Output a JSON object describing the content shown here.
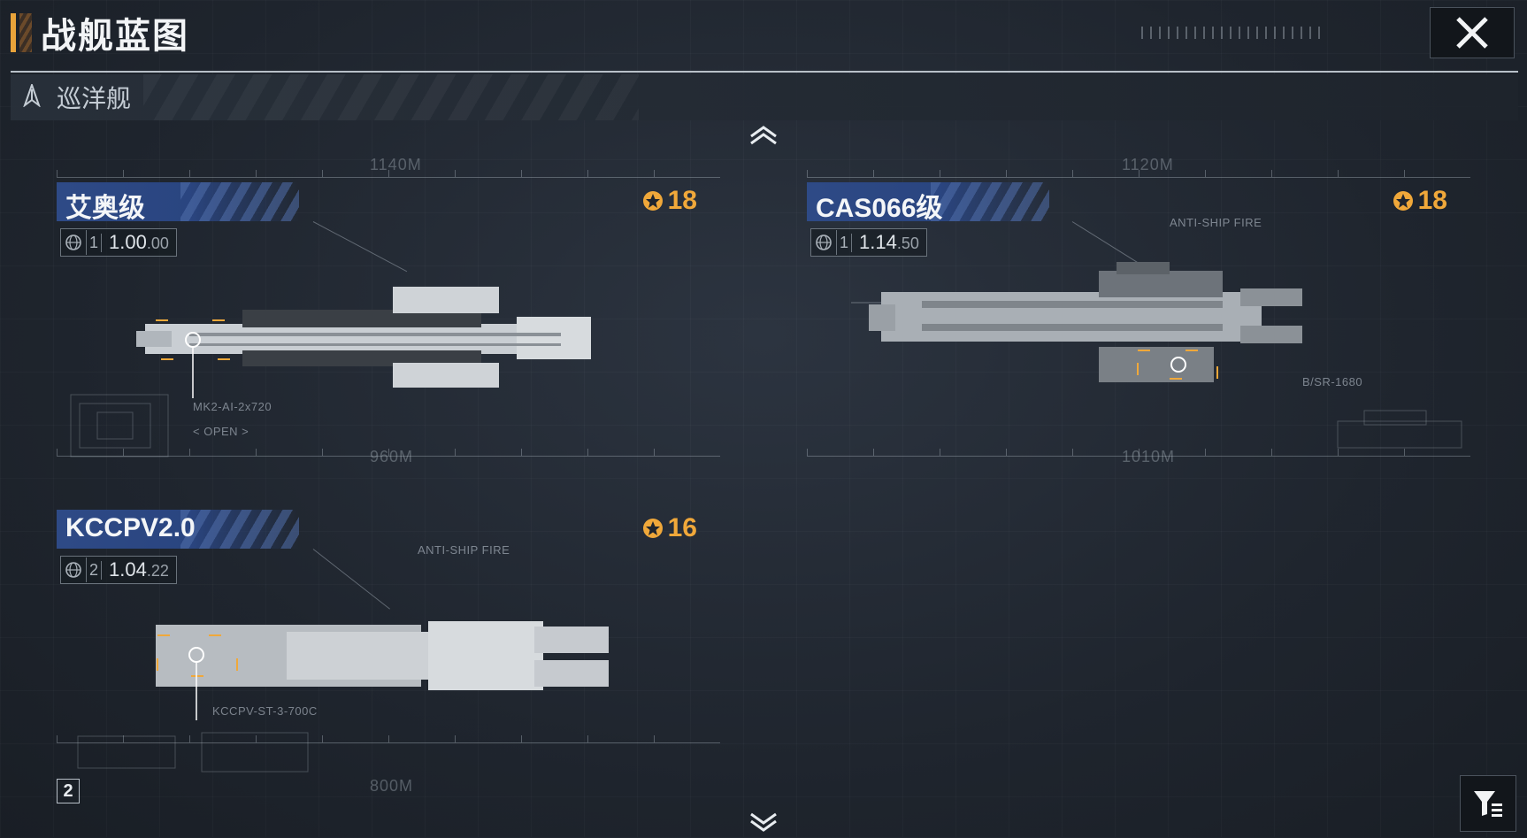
{
  "header": {
    "title": "战舰蓝图",
    "close_icon": "close-icon"
  },
  "category": {
    "icon": "cruiser-icon",
    "label": "巡洋舰"
  },
  "colors": {
    "accent": "#e8a33a",
    "cost": "#f0a83a",
    "banner": "#2e4a86",
    "background": "#1f252e"
  },
  "ships": [
    {
      "name": "艾奥级",
      "tier": "1",
      "version_main": "1.00",
      "version_sub": ".00",
      "cost": "18",
      "distance_top": "1140M",
      "distance_bottom": "960M",
      "weapon": "MK2-AI-2x720",
      "open_label": "< OPEN >"
    },
    {
      "name": "CAS066级",
      "tier": "1",
      "version_main": "1.14",
      "version_sub": ".50",
      "cost": "18",
      "distance_top": "1120M",
      "distance_bottom": "1010M",
      "weapon": "B/SR-1680",
      "anti_label": "ANTI-SHIP FIRE"
    },
    {
      "name": "KCCPV2.0",
      "tier": "2",
      "version_main": "1.04",
      "version_sub": ".22",
      "cost": "16",
      "distance_bottom": "800M",
      "weapon": "KCCPV-ST-3-700C",
      "anti_label": "ANTI-SHIP FIRE"
    }
  ],
  "footer": {
    "page_badge": "2",
    "scroll_up_icon": "chevron-up-icon",
    "scroll_down_icon": "chevron-down-icon",
    "filter_icon": "filter-icon"
  }
}
